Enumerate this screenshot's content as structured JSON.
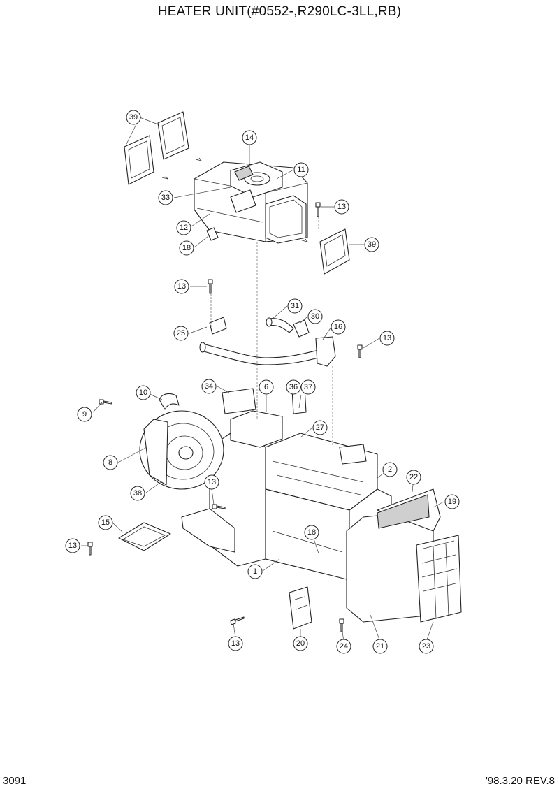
{
  "header": {
    "title": "HEATER UNIT(#0552-,R290LC-3LL,RB)"
  },
  "footer": {
    "page_number": "3091",
    "revision": "'98.3.20 REV.8"
  },
  "callouts": [
    {
      "id": "c39a",
      "label": "39"
    },
    {
      "id": "c14",
      "label": "14"
    },
    {
      "id": "c11",
      "label": "11"
    },
    {
      "id": "c33",
      "label": "33"
    },
    {
      "id": "c13a",
      "label": "13"
    },
    {
      "id": "c12",
      "label": "12"
    },
    {
      "id": "c39b",
      "label": "39"
    },
    {
      "id": "c18a",
      "label": "18"
    },
    {
      "id": "c13b",
      "label": "13"
    },
    {
      "id": "c31",
      "label": "31"
    },
    {
      "id": "c30",
      "label": "30"
    },
    {
      "id": "c16",
      "label": "16"
    },
    {
      "id": "c25",
      "label": "25"
    },
    {
      "id": "c13c",
      "label": "13"
    },
    {
      "id": "c34",
      "label": "34"
    },
    {
      "id": "c6",
      "label": "6"
    },
    {
      "id": "c36",
      "label": "36"
    },
    {
      "id": "c37",
      "label": "37"
    },
    {
      "id": "c10",
      "label": "10"
    },
    {
      "id": "c9",
      "label": "9"
    },
    {
      "id": "c27",
      "label": "27"
    },
    {
      "id": "c8",
      "label": "8"
    },
    {
      "id": "c2",
      "label": "2"
    },
    {
      "id": "c22",
      "label": "22"
    },
    {
      "id": "c13d",
      "label": "13"
    },
    {
      "id": "c38",
      "label": "38"
    },
    {
      "id": "c19",
      "label": "19"
    },
    {
      "id": "c15",
      "label": "15"
    },
    {
      "id": "c13e",
      "label": "13"
    },
    {
      "id": "c18b",
      "label": "18"
    },
    {
      "id": "c1",
      "label": "1"
    },
    {
      "id": "c13f",
      "label": "13"
    },
    {
      "id": "c20",
      "label": "20"
    },
    {
      "id": "c24",
      "label": "24"
    },
    {
      "id": "c21",
      "label": "21"
    },
    {
      "id": "c23",
      "label": "23"
    }
  ]
}
